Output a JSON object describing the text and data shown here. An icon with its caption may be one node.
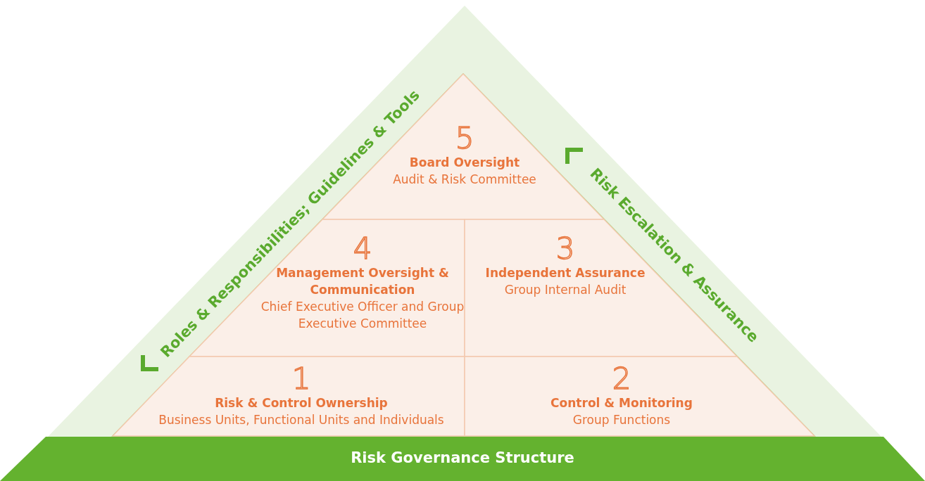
{
  "diagram": {
    "nodes": [
      {
        "text": [
          "Roles & Responsibilities; Guidelines & Tools",
          "Risk Escalation & Assurance"
        ]
      },
      {
        "text": [
          "5",
          "Board Oversight",
          "Audit & Risk Committee"
        ],
        "in": 0
      },
      {
        "text": [
          "4",
          "Management Oversight & Communication",
          "Chief Executive Officer and Group Executive Committee"
        ],
        "in": 0
      },
      {
        "text": [
          "3",
          "Independent Assurance",
          "Group Internal Audit"
        ],
        "in": 0
      },
      {
        "text": [
          "1",
          "Risk & Control Ownership",
          "Business Units, Functional Units and Individuals"
        ],
        "in": 0
      },
      {
        "text": [
          "2",
          "Control & Monitoring",
          "Group Functions"
        ],
        "in": 0
      },
      {
        "text": [
          "Risk Governance Structure"
        ]
      }
    ],
    "edges": []
  }
}
